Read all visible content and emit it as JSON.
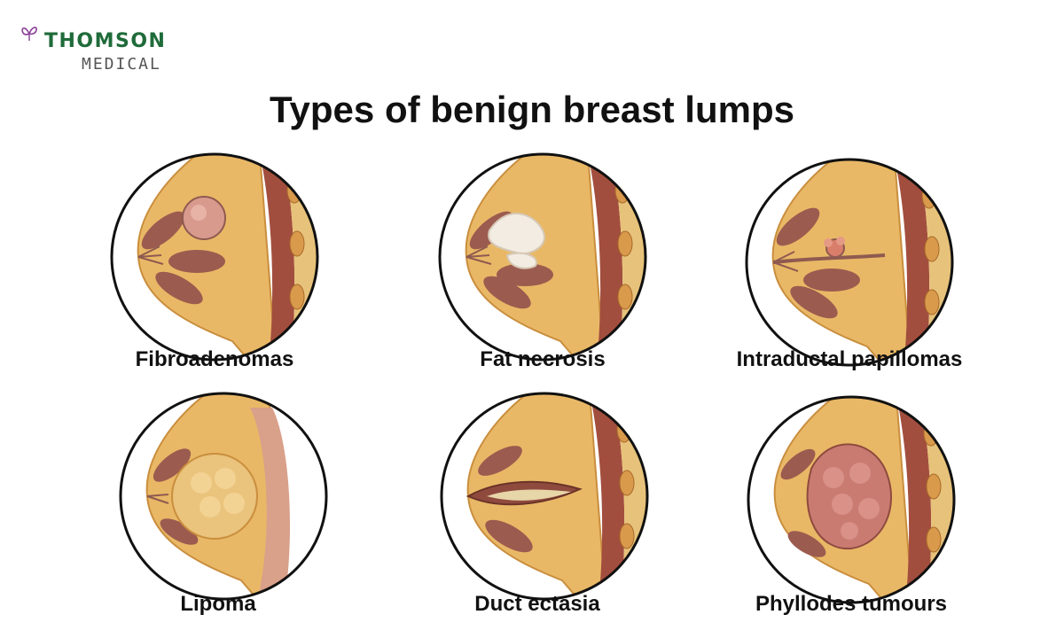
{
  "logo": {
    "line1": "THOMSON",
    "line2": "MEDICAL"
  },
  "title": "Types of benign breast lumps",
  "items": [
    {
      "label": "Fibroadenomas"
    },
    {
      "label": "Fat necrosis"
    },
    {
      "label": "Intraductal papillomas"
    },
    {
      "label": "Lipoma"
    },
    {
      "label": "Duct ectasia"
    },
    {
      "label": "Phyllodes tumours"
    }
  ],
  "colors": {
    "logo_green": "#1f6b3a",
    "logo_purple": "#8a3f97",
    "tissue": "#e9b866",
    "tissue_dark": "#c98e3e",
    "lobule": "#9c5b4f",
    "muscle": "#a24e3e",
    "rib": "#d99a4c",
    "outline": "#111111"
  }
}
